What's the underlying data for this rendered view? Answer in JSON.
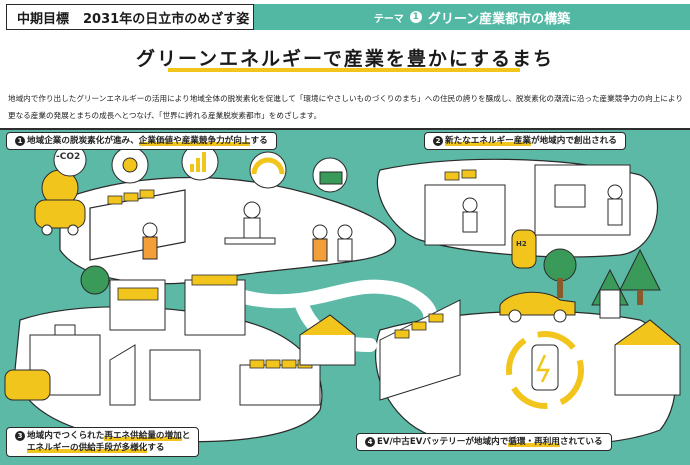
{
  "header": {
    "tag": "中期目標",
    "title": "2031年の日立市のめざす姿",
    "theme_prefix": "テーマ",
    "theme_number": "1",
    "theme_title": "グリーン産業都市の構築"
  },
  "headline": "グリーンエネルギーで産業を豊かにするまち",
  "intro": "地域内で作り出したグリーンエネルギーの活用により地域全体の脱炭素化を促進して「環境にやさしいものづくりのまち」への住民の誇りを醸成し、脱炭素化の潮流に沿った産業競争力の向上により更なる産業の発展とまちの成長へとつなげ、「世界に誇れる産業脱炭素都市」をめざします。",
  "labels": {
    "l1": {
      "num": "1",
      "pre": "地域企業の脱炭素化が進み、",
      "hl": "企業価値や産業競争力が向上",
      "post": "する"
    },
    "l2": {
      "num": "2",
      "hl": "新たなエネルギー産業",
      "post": "が地域内で創出される"
    },
    "l3": {
      "num": "3",
      "pre": "地域内でつくられた",
      "hl": "再エネ供給量の増加",
      "post": "と",
      "line2_hl": "エネルギーの供給手段が多様化",
      "line2_post": "する"
    },
    "l4": {
      "num": "4",
      "pre": "EV/中古EVバッテリーが地域内で",
      "hl": "循環・再利用",
      "post": "されている"
    }
  },
  "illustration": {
    "co2_text": "-CO2",
    "h2_text": "H2"
  },
  "colors": {
    "teal": "#5cb9a6",
    "yellow": "#f2c51d",
    "dark": "#2a2a2a"
  }
}
